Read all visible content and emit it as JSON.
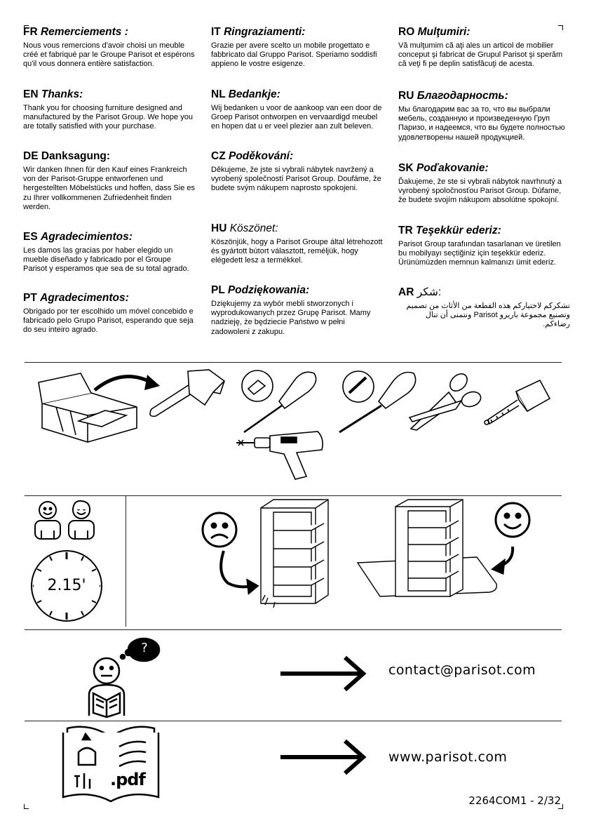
{
  "thanks": [
    {
      "code": "FR",
      "word": "Remerciements :",
      "text": "Nous vous remercions d'avoir choisi un meuble créé et fabriqué par le Groupe Parisot et espérons qu'il vous donnera entière satisfaction."
    },
    {
      "code": "EN",
      "word": "Thanks:",
      "text": "Thank you for choosing furniture designed and manufactured by the Parisot Group.  We hope you are totally satisfied with your purchase."
    },
    {
      "code": "DE",
      "word": "Danksagung:",
      "text": "Wir danken Ihnen für den Kauf eines Frankreich von der Parisot-Gruppe entworfenen und hergestellten Möbelstücks und hoffen, dass Sie es zu Ihrer vollkommenen Zufriedenheit finden werden."
    },
    {
      "code": "ES",
      "word": "Agradecimientos:",
      "text": "Les damos las gracias por haber elegido un mueble diseñado y fabricado por el Groupe Parisot y esperamos que sea de su total agrado."
    },
    {
      "code": "PT",
      "word": "Agradecimentos:",
      "text": "Obrigado por ter escolhido um móvel concebido e fabricado pelo Grupo Parisot, esperando que seja do seu inteiro agrado."
    },
    {
      "code": "IT",
      "word": "Ringraziamenti:",
      "text": "Grazie per avere scelto un mobile progettato e fabbricato dal Gruppo Parisot. Speriamo soddisfi appieno le vostre esigenze."
    },
    {
      "code": "NL",
      "word": "Bedankje:",
      "text": "Wij bedanken u voor de aankoop van een door de Groep Parisot ontworpen en vervaardigd meubel en hopen dat u er veel plezier aan zult beleven."
    },
    {
      "code": "CZ",
      "word": "Poděkování:",
      "text": "Děkujeme, že jste si vybrali nábytek navržený a vyrobený společností Parisot Group. Doufáme, že budete svým nákupem naprosto spokojeni."
    },
    {
      "code": "HU",
      "word": "Köszönet:",
      "text": "Köszönjük, hogy a Parisot Groupe által létrehozott és gyártott bútort választott, reméljük, hogy elégedett lesz a termékkel."
    },
    {
      "code": "PL",
      "word": "Podziękowania:",
      "text": "Dziękujemy za wybór mebli stworzonych i wyprodukowanych przez Grupę Parisot. Mamy nadzieję, że będziecie Państwo w pełni zadowoleni z zakupu."
    },
    {
      "code": "RO",
      "word": "Mulţumiri:",
      "text": "Vă mulţumim că aţi ales un articol de mobilier conceput şi fabricat de Grupul Parisot şi sperăm că veţi fi pe deplin satisfăcuţi de acesta."
    },
    {
      "code": "RU",
      "word": "Благодарность:",
      "text": "Мы благодарим вас за то, что вы выбрали мебель, созданную и произведенную Груп Паризо, и надеемся, что вы будете полностью удовлетворены нашей продукцией."
    },
    {
      "code": "SK",
      "word": "Poďakovanie:",
      "text": "Ďakujeme, že ste si vybrali nábytok navrhnutý a vyrobený spoločnosťou Parisot Group. Dúfame, že budete svojím nákupom absolútne spokojní."
    },
    {
      "code": "TR",
      "word": "Teşekkür ederiz:",
      "text": "Parisot Group tarafıından tasarlanan ve üretilen bu mobilyayı seçtiğiniz için teşekkür ederiz. Ürünümüzden memnun kalmanızı ümit ederiz."
    },
    {
      "code": "AR",
      "word": "شكر:",
      "text": "نشكركم لاختياركم هذه القطعة من الأثاث من تصميم وتصنيع مجموعة باريزو Parisot ونتمنى أن تنال رضاءكم."
    }
  ],
  "assembly": {
    "time": "2.15'"
  },
  "contact": {
    "email": "contact@parisot.com",
    "website": "www.parisot.com",
    "pdf_label": ".pdf",
    "question_mark": "?"
  },
  "footer": {
    "page_ref": "2264COM1 - 2/32"
  },
  "icons": [
    "toolbox-icon",
    "hammer-icon",
    "phillips-screwdriver-icon",
    "flat-screwdriver-icon",
    "scissors-icon",
    "tape-measure-icon",
    "drill-icon",
    "two-persons-icon",
    "clock-icon",
    "sad-face-icon",
    "happy-face-icon",
    "bookcase-icon",
    "reader-icon",
    "manual-book-icon",
    "arrow-right-icon"
  ]
}
